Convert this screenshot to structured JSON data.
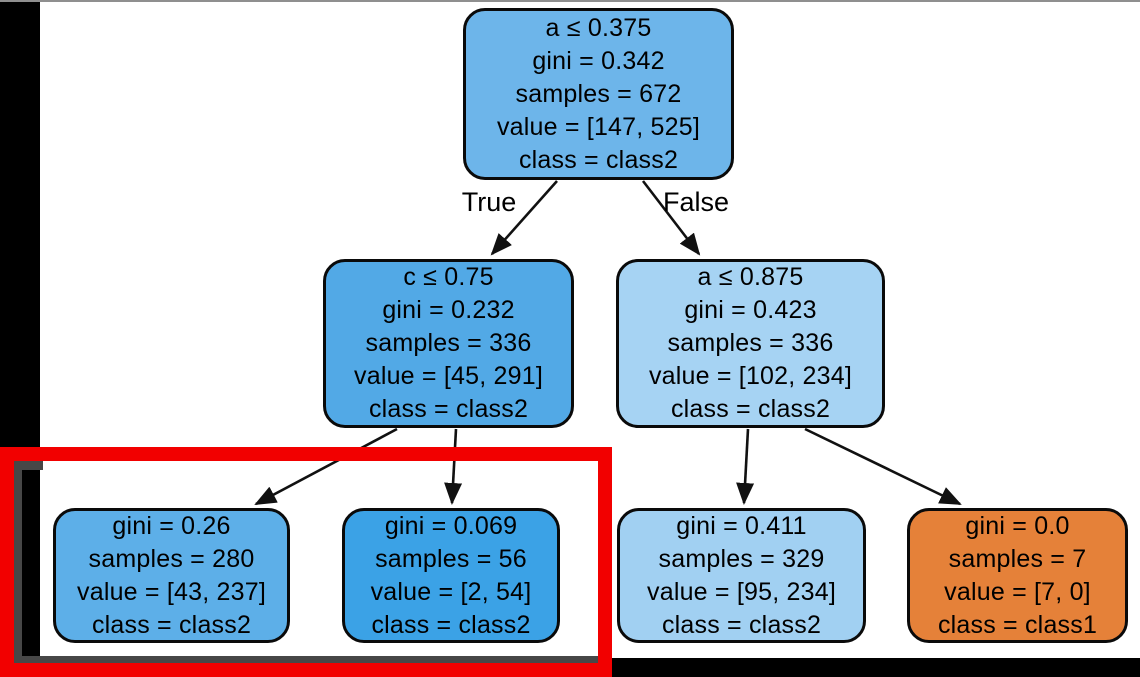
{
  "frame": {
    "background": "#ffffff",
    "letterbox_color": "#000000",
    "top_line_color": "#8f8f8f"
  },
  "annotation": {
    "highlight_color": "#f20000",
    "shadow_color": "#474747"
  },
  "edge_labels": {
    "true_label": "True",
    "false_label": "False"
  },
  "tree": {
    "node_border_color": "#0a0a0a",
    "node_text_color": "#000000",
    "edge_color": "#111111",
    "nodes": {
      "root": {
        "lines": [
          "a ≤ 0.375",
          "gini = 0.342",
          "samples = 672",
          "value = [147, 525]",
          "class = class2"
        ],
        "fill": "#6db5ea"
      },
      "left": {
        "lines": [
          "c ≤ 0.75",
          "gini = 0.232",
          "samples = 336",
          "value = [45, 291]",
          "class = class2"
        ],
        "fill": "#52a9e6"
      },
      "right": {
        "lines": [
          "a ≤ 0.875",
          "gini = 0.423",
          "samples = 336",
          "value = [102, 234]",
          "class = class2"
        ],
        "fill": "#a6d3f3"
      },
      "leaf1": {
        "lines": [
          "gini = 0.26",
          "samples = 280",
          "value = [43, 237]",
          "class = class2"
        ],
        "fill": "#5dafe8"
      },
      "leaf2": {
        "lines": [
          "gini = 0.069",
          "samples = 56",
          "value = [2, 54]",
          "class = class2"
        ],
        "fill": "#3ba2e6"
      },
      "leaf3": {
        "lines": [
          "gini = 0.411",
          "samples = 329",
          "value = [95, 234]",
          "class = class2"
        ],
        "fill": "#a1d0f2"
      },
      "leaf4": {
        "lines": [
          "gini = 0.0",
          "samples = 7",
          "value = [7, 0]",
          "class = class1"
        ],
        "fill": "#e58139"
      }
    },
    "edges": [
      {
        "from": "root",
        "to": "left",
        "label": "True"
      },
      {
        "from": "root",
        "to": "right",
        "label": "False"
      },
      {
        "from": "left",
        "to": "leaf1"
      },
      {
        "from": "left",
        "to": "leaf2"
      },
      {
        "from": "right",
        "to": "leaf3"
      },
      {
        "from": "right",
        "to": "leaf4"
      }
    ]
  }
}
